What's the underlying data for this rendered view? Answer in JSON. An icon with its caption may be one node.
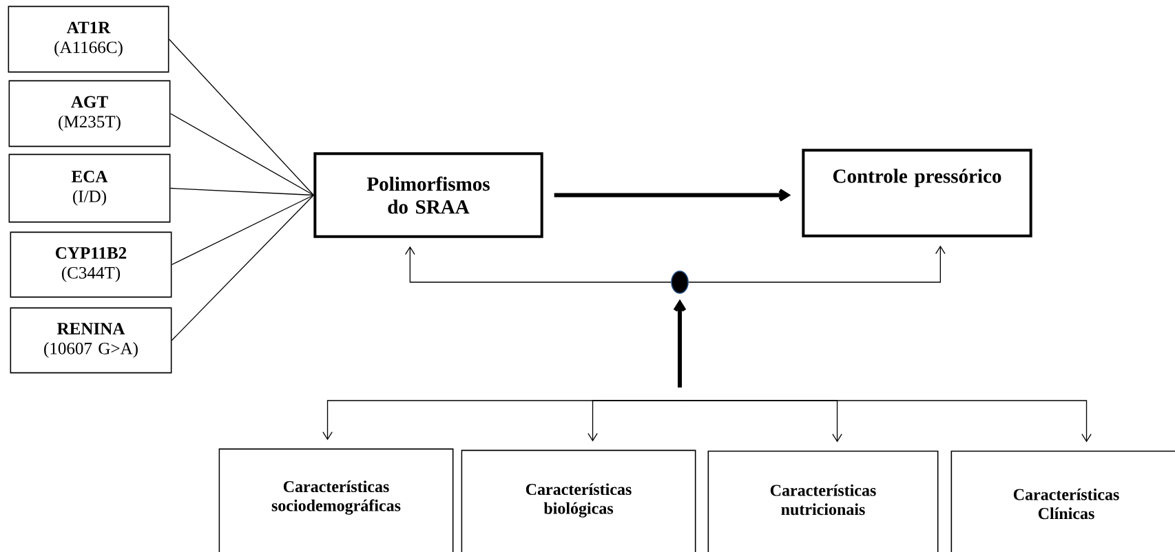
{
  "diagram": {
    "nodes": [
      {
        "text": [
          "AT1R",
          "(A1166C)"
        ]
      },
      {
        "text": [
          "AGT",
          "(M235T)"
        ]
      },
      {
        "text": [
          "ECA",
          "(I/D)"
        ]
      },
      {
        "text": [
          "CYP11B2",
          "(C344T)"
        ]
      },
      {
        "text": [
          "RENINA",
          "(10607 G>A)"
        ]
      },
      {
        "text": [
          "Polimorfismos do SRAA"
        ]
      },
      {
        "text": [
          "Controle pressórico"
        ]
      },
      {
        "text": [],
        "shape": "circle"
      },
      {
        "text": [
          "Características sociodemográficas"
        ]
      },
      {
        "text": [
          "Características biológicas"
        ]
      },
      {
        "text": [
          "Características nutricionais"
        ]
      },
      {
        "text": [
          "Características Clínicas"
        ]
      }
    ],
    "edges": [
      {
        "from": 0,
        "to": 5,
        "arrow": "none"
      },
      {
        "from": 1,
        "to": 5,
        "arrow": "none"
      },
      {
        "from": 2,
        "to": 5,
        "arrow": "none"
      },
      {
        "from": 3,
        "to": 5,
        "arrow": "none"
      },
      {
        "from": 4,
        "to": 5,
        "arrow": "none"
      },
      {
        "from": 5,
        "to": 6,
        "arrow": "to",
        "style": "thick"
      },
      {
        "from": 7,
        "to": 5,
        "arrow": "to"
      },
      {
        "from": 7,
        "to": 6,
        "arrow": "to"
      },
      {
        "from": null,
        "to": 7,
        "arrow": "to",
        "style": "thick"
      },
      {
        "from": null,
        "to": 8,
        "arrow": "to"
      },
      {
        "from": null,
        "to": 9,
        "arrow": "to"
      },
      {
        "from": null,
        "to": 10,
        "arrow": "to"
      },
      {
        "from": null,
        "to": 11,
        "arrow": "to"
      }
    ]
  }
}
